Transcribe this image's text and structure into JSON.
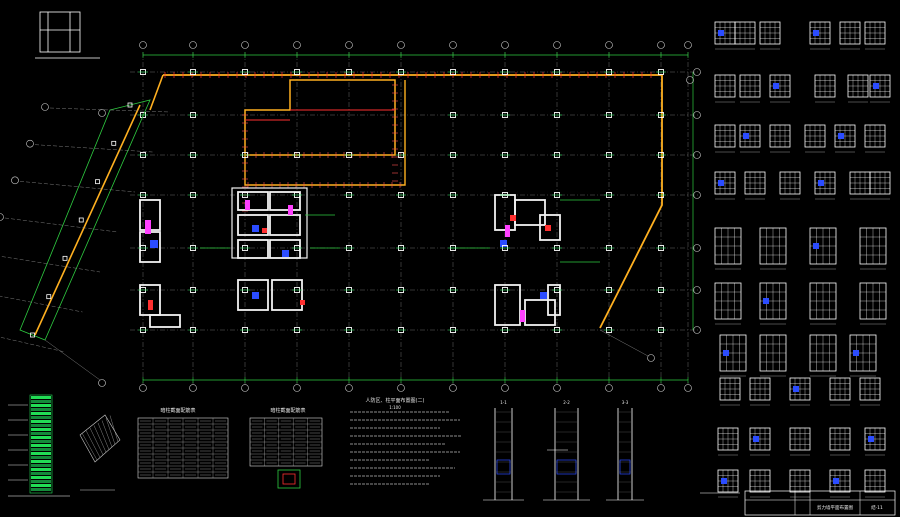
{
  "drawing": {
    "background": "#000000",
    "colors": {
      "grid": "#9a9a9a",
      "axis_line": "#2ecc40",
      "bubble": "#d0d0d0",
      "beam": "#ffb020",
      "beam_red": "#ff3030",
      "shear_wall": "#f2f2f2",
      "wall_blue": "#2b4cff",
      "wall_magenta": "#ff40ff",
      "detail_white": "#ffffff",
      "legend_green": "#22dd55",
      "text": "#e8e8e8"
    },
    "plan_title": "人防区、柱平面布置图(二)",
    "plan_scale": "1:100",
    "table_titles": [
      "暗柱截面配筋表",
      "暗柱截面配筋表"
    ],
    "section_labels": [
      "1-1",
      "2-2",
      "3-3"
    ],
    "title_block_main": "剪力墙平面布置图",
    "drawing_number": "结-11"
  },
  "legend_icons": {
    "column_symbol": "column-icon",
    "axis_bubble": "axis-bubble-icon"
  }
}
